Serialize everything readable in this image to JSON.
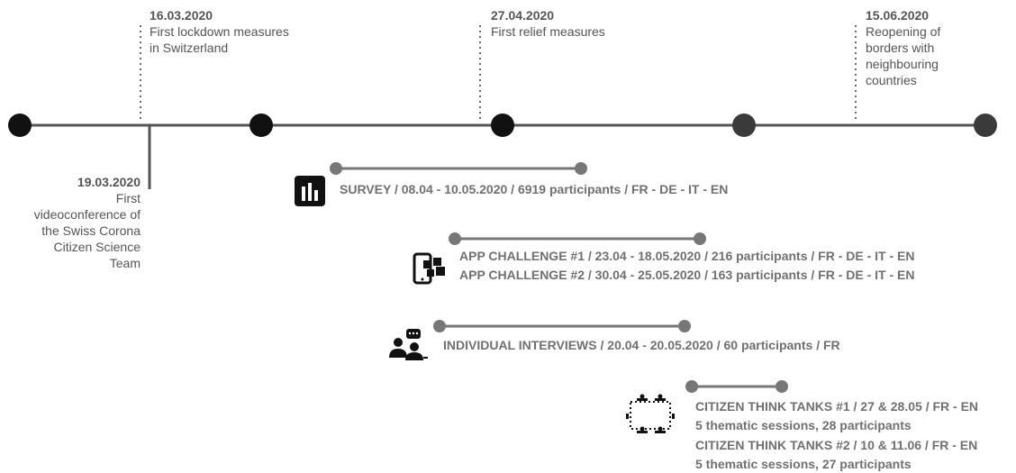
{
  "events_top": [
    {
      "date": "16.03.2020",
      "desc": "First lockdown measures\nin Switzerland"
    },
    {
      "date": "27.04.2020",
      "desc": "First relief measures"
    },
    {
      "date": "15.06.2020",
      "desc": "Reopening of\nborders with\nneighbouring\ncountries"
    }
  ],
  "event_bottom": {
    "date": "19.03.2020",
    "desc": "First\nvideoconference of\nthe Swiss Corona\nCitizen Science\nTeam"
  },
  "activities": {
    "survey": "SURVEY / 08.04 - 10.05.2020 / 6919 participants / FR - DE - IT - EN",
    "app1": "APP CHALLENGE #1 / 23.04 - 18.05.2020 / 216 participants / FR - DE - IT - EN",
    "app2": "APP CHALLENGE #2 / 30.04 - 25.05.2020 / 163 participants / FR - DE - IT - EN",
    "interviews": "INDIVIDUAL INTERVIEWS / 20.04 - 20.05.2020 / 60 participants / FR",
    "tt1": "CITIZEN THINK TANKS #1 / 27 & 28.05 / FR - EN",
    "tt1_sub": "5 thematic sessions, 28 participants",
    "tt2": "CITIZEN THINK TANKS #2 / 10 & 11.06 / FR - EN",
    "tt2_sub": "5 thematic sessions, 27 participants"
  },
  "colors": {
    "line": "#555555",
    "node_dark": "#111111",
    "node_grey": "#3a3a3a",
    "range": "#777777",
    "text": "#555555"
  },
  "icons": [
    "bar-chart-icon",
    "mobile-apps-icon",
    "interview-people-icon",
    "think-tank-table-icon"
  ]
}
